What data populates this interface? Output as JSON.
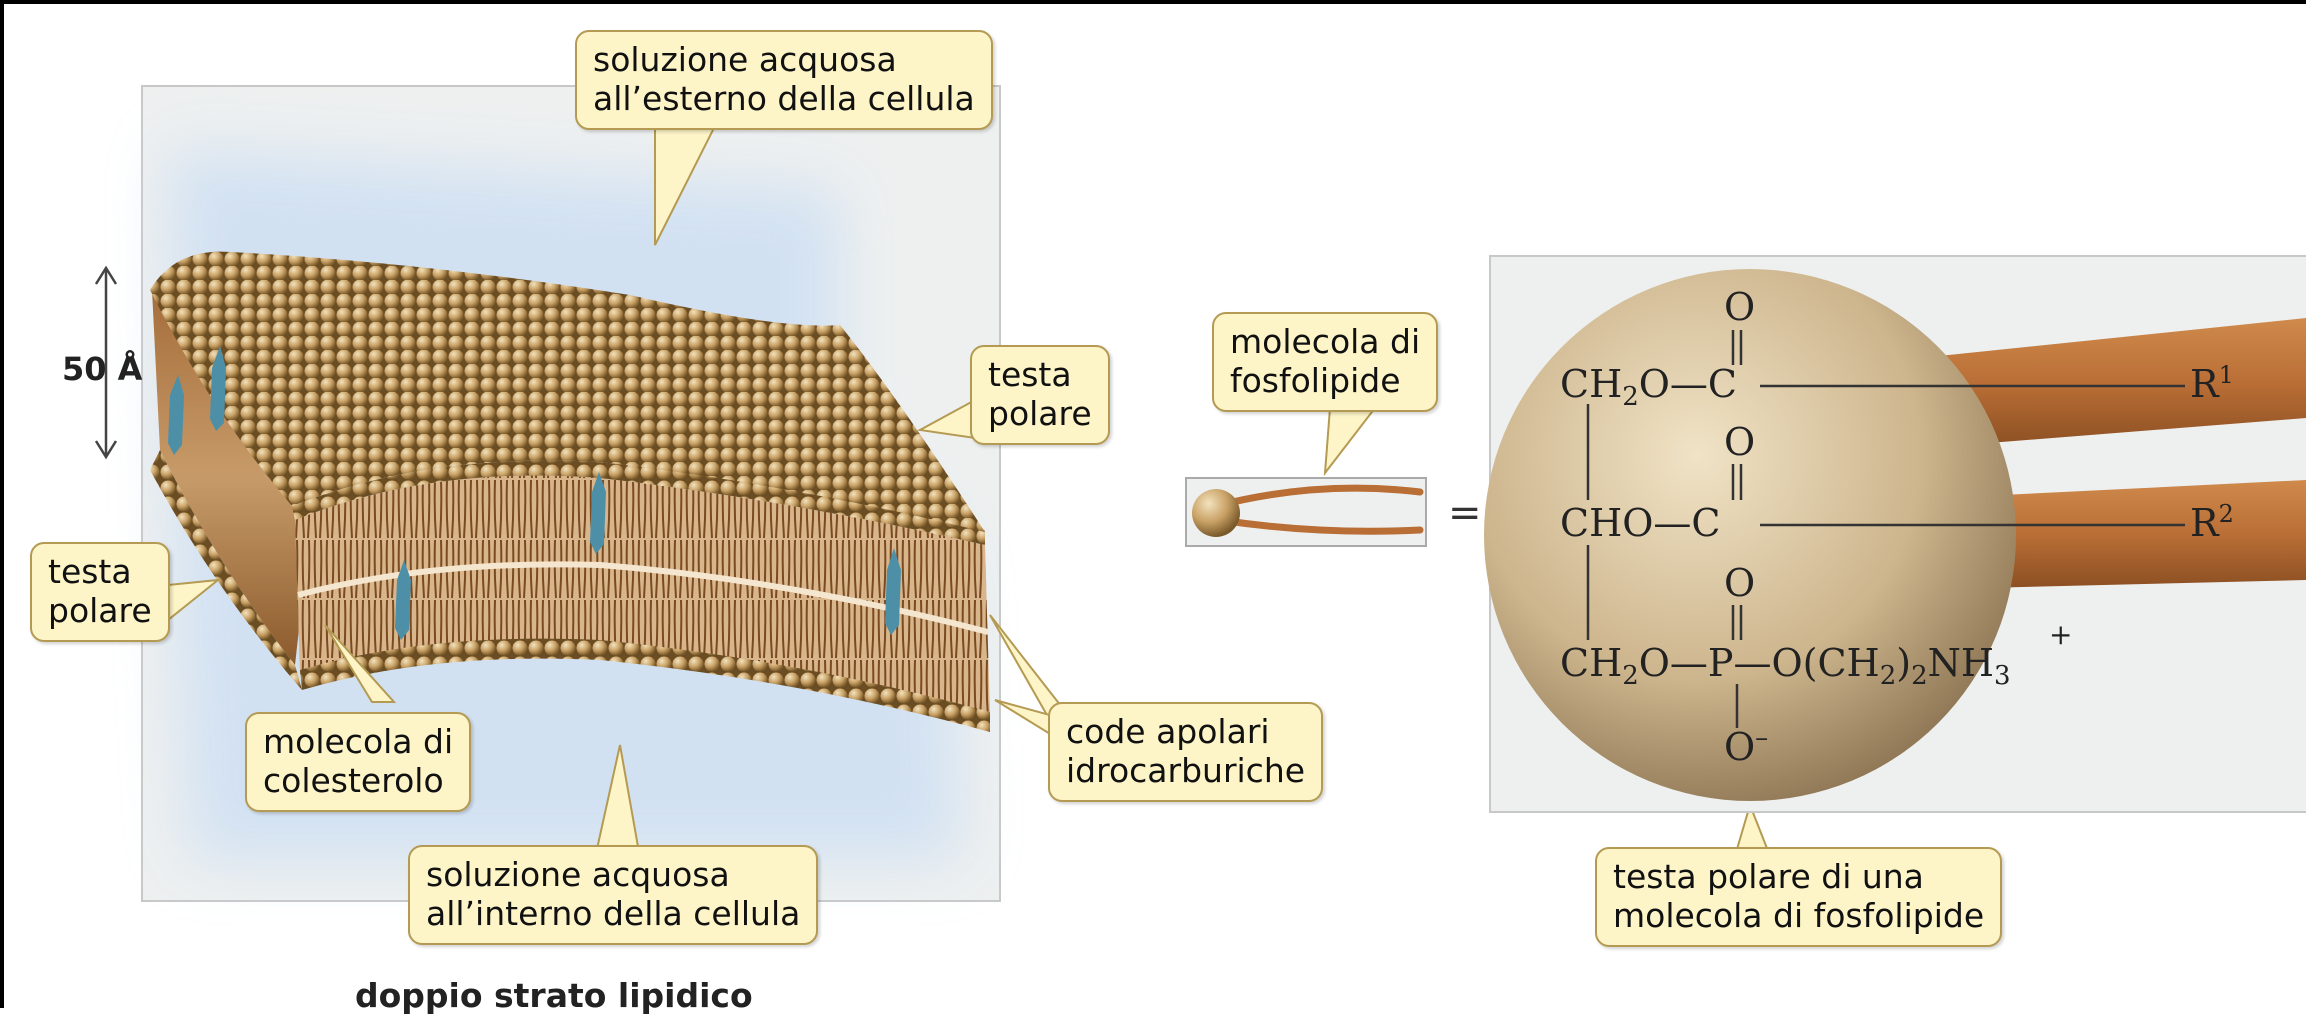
{
  "callouts": {
    "outside_solution": "soluzione acquosa\nall’esterno della cellula",
    "polar_head_right": "testa\npolare",
    "polar_head_left": "testa\npolare",
    "cholesterol": "molecola di\ncolesterolo",
    "apolar_tails": "code apolari\nidrocarburiche",
    "inside_solution": "soluzione acquosa\nall’interno della cellula",
    "phospholipid_molecule": "molecola di\nfosfolipide",
    "polar_head_molecule": "testa polare di una\nmolecola di fosfolipide"
  },
  "dimension_label": "50 Å",
  "caption": "doppio strato lipidico",
  "equals_sign": "=",
  "formula": {
    "o_top": "O",
    "row1_left": "CH",
    "row1_sub": "2",
    "row1_mid": "O—C",
    "r1": "R",
    "r1_sup": "1",
    "o_mid": "O",
    "row2": "CHO—C",
    "r2": "R",
    "r2_sup": "2",
    "o_low": "O",
    "row3_left": "CH",
    "row3_sub": "2",
    "row3_mid": "O—P—O(CH",
    "row3_sub2": "2",
    "row3_close": ")",
    "row3_sub3": "2",
    "row3_n": "N",
    "row3_plus": "+",
    "row3_h": "H",
    "row3_sub4": "3",
    "o_bottom": "O",
    "o_bottom_minus": "–"
  },
  "colors": {
    "bead": "#c9a266",
    "tail": "#a0602e",
    "cholesterol": "#4e8fa8",
    "panel": "#eef0f0",
    "water": "#cfe0f3",
    "callout_fill": "#fdf5c8",
    "callout_border": "#b49a52"
  }
}
